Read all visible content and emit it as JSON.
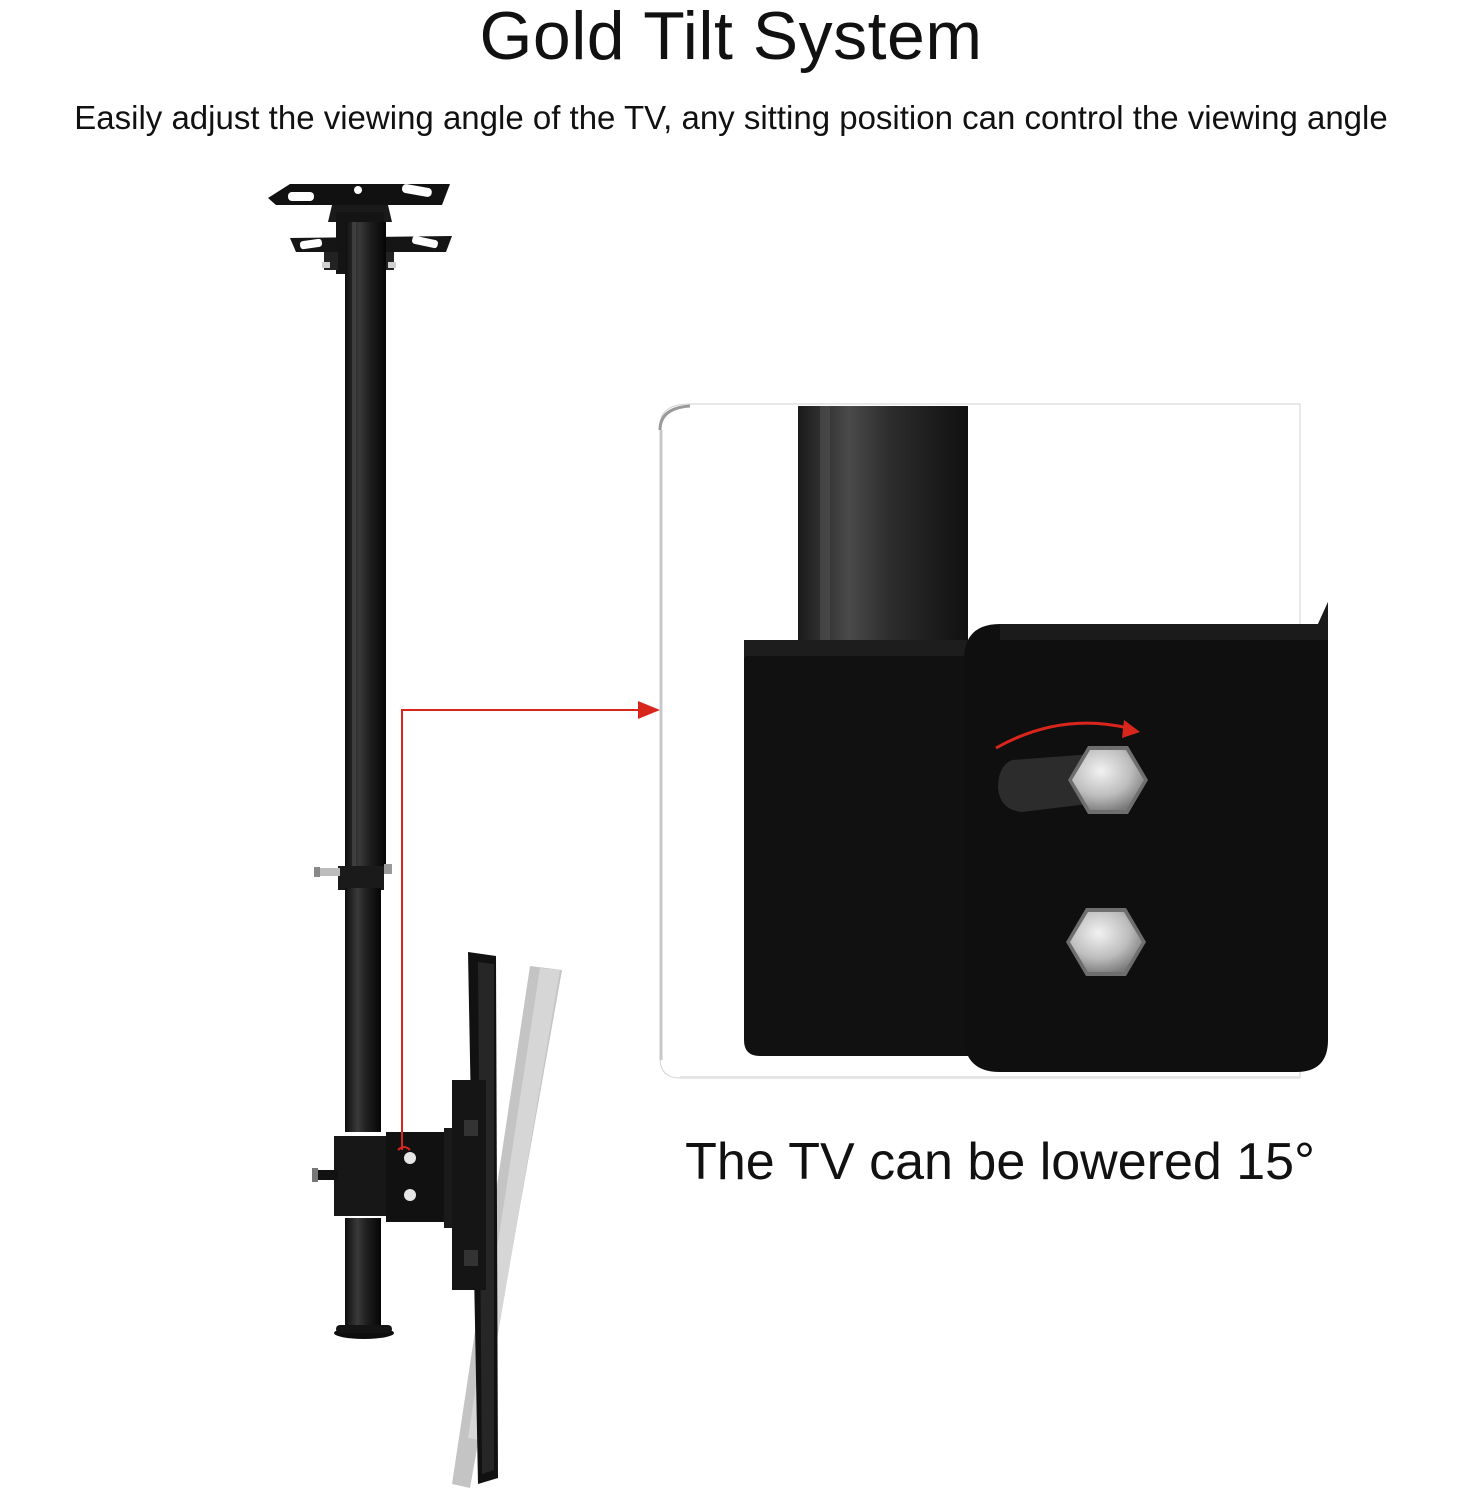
{
  "header": {
    "title": "Gold Tilt System",
    "subtitle": "Easily adjust the viewing angle of the TV, any sitting position can control the viewing angle"
  },
  "caption": {
    "text": "The TV can be lowered 15°"
  },
  "colors": {
    "accent_arrow": "#d9261c",
    "metal": "#1c1c1c",
    "panel_ghost": "#c4c4c4"
  }
}
